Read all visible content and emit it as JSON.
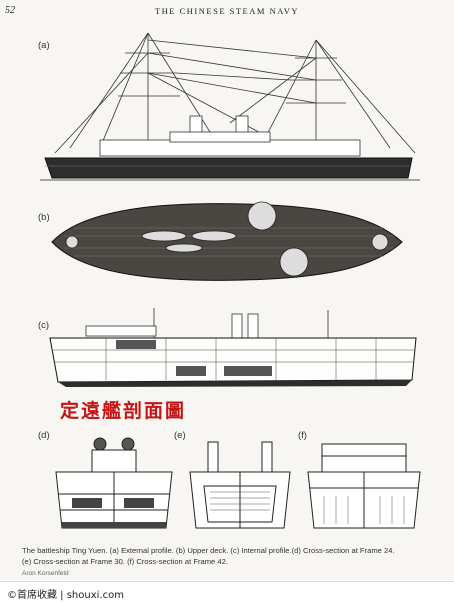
{
  "header": {
    "page_number": "52",
    "running_head": "THE CHINESE STEAM NAVY"
  },
  "figures": {
    "a": "(a)",
    "b": "(b)",
    "c": "(c)",
    "d": "(d)",
    "e": "(e)",
    "f": "(f)"
  },
  "overlay_title": "定遠艦剖面圖",
  "caption": {
    "line1": "The battleship Ting Yuen. (a) External profile. (b) Upper deck. (c) Internal profile.(d) Cross-section at Frame 24.",
    "line2": "(e) Cross-section at Frame 30. (f) Cross-section at Frame 42.",
    "credit": "Aron Korsenfeld"
  },
  "watermark": {
    "text": "©首席收藏 | shouxi.com"
  }
}
